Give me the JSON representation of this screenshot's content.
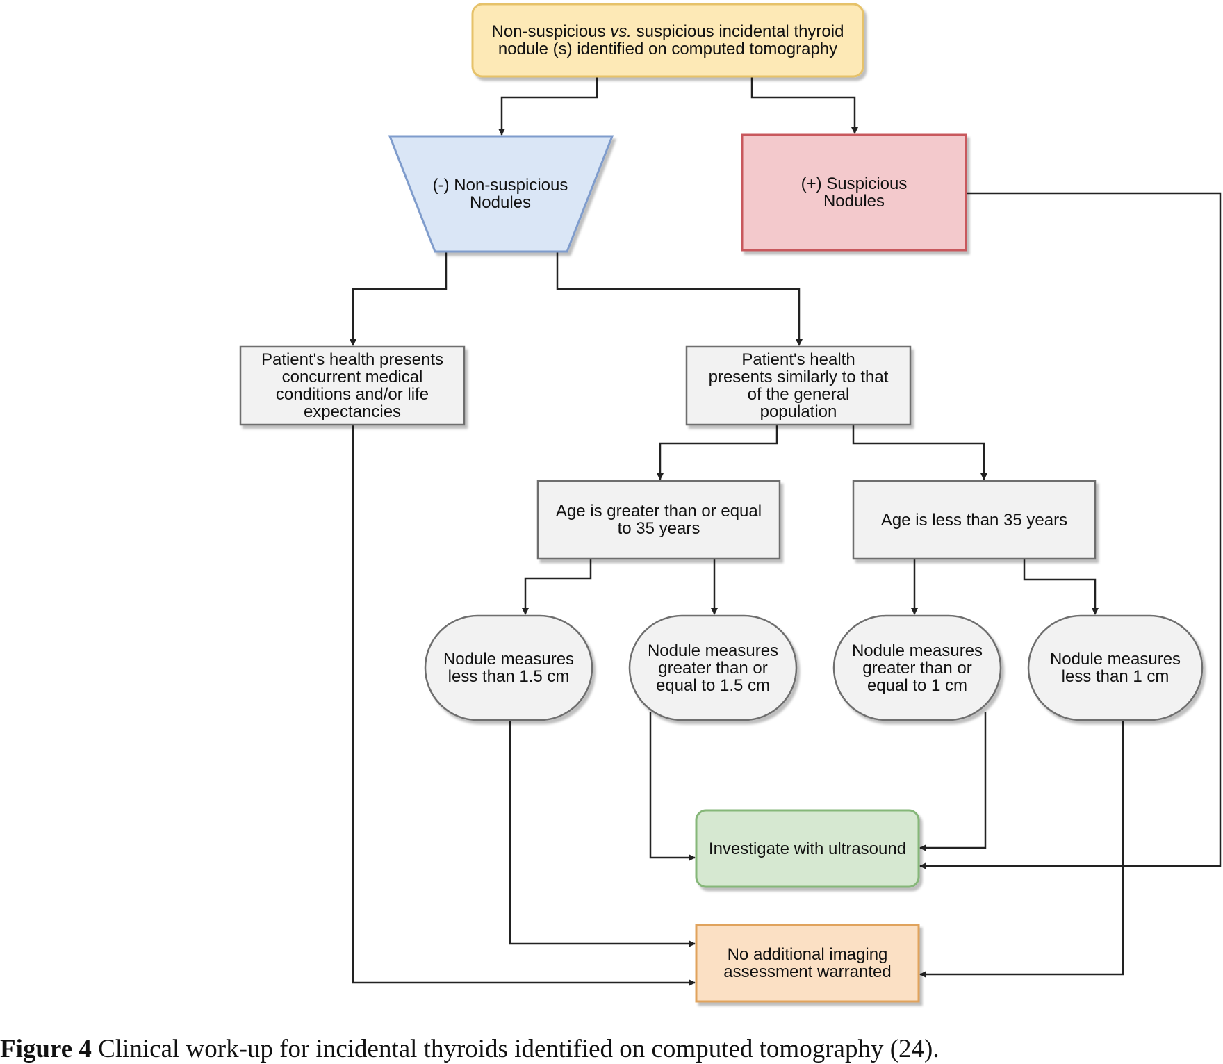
{
  "colors": {
    "start_fill": "#fde9b6",
    "start_stroke": "#e6c26b",
    "nonsusp_fill": "#dae6f6",
    "nonsusp_stroke": "#7f9ccc",
    "susp_fill": "#f3c9cc",
    "susp_stroke": "#c8585d",
    "box_fill": "#f2f2f2",
    "box_stroke": "#6e6e6e",
    "ultrasound_fill": "#d6e8d1",
    "ultrasound_stroke": "#86b779",
    "noimaging_fill": "#fbe0c4",
    "noimaging_stroke": "#e0a35d",
    "line": "#222222"
  },
  "nodes": {
    "start": {
      "text_a": "Non-suspicious ",
      "text_em": "vs.",
      "text_b": " suspicious incidental thyroid nodule (s) identified on computed tomography"
    },
    "nonsuspicious": {
      "text": "(-) Non-suspicious Nodules"
    },
    "suspicious": {
      "text": "(+) Suspicious Nodules"
    },
    "comorbid": {
      "text": "Patient's health presents concurrent medical conditions and/or life expectancies"
    },
    "general": {
      "text": "Patient's health presents similarly to that of the general population"
    },
    "age_ge35": {
      "text": "Age is greater than or equal to 35 years"
    },
    "age_lt35": {
      "text": "Age is less than 35 years"
    },
    "lt15": {
      "text": "Nodule measures less than 1.5 cm"
    },
    "ge15": {
      "text": "Nodule measures greater than or equal to 1.5 cm"
    },
    "ge1": {
      "text": "Nodule measures greater than or equal to 1 cm"
    },
    "lt1": {
      "text": "Nodule measures less than 1 cm"
    },
    "ultrasound": {
      "text": "Investigate with ultrasound"
    },
    "no_imaging": {
      "text": "No additional imaging assessment warranted"
    }
  },
  "caption": {
    "figure": "Figure 4",
    "text": " Clinical work-up for incidental thyroids identified on computed tomography (24)."
  }
}
